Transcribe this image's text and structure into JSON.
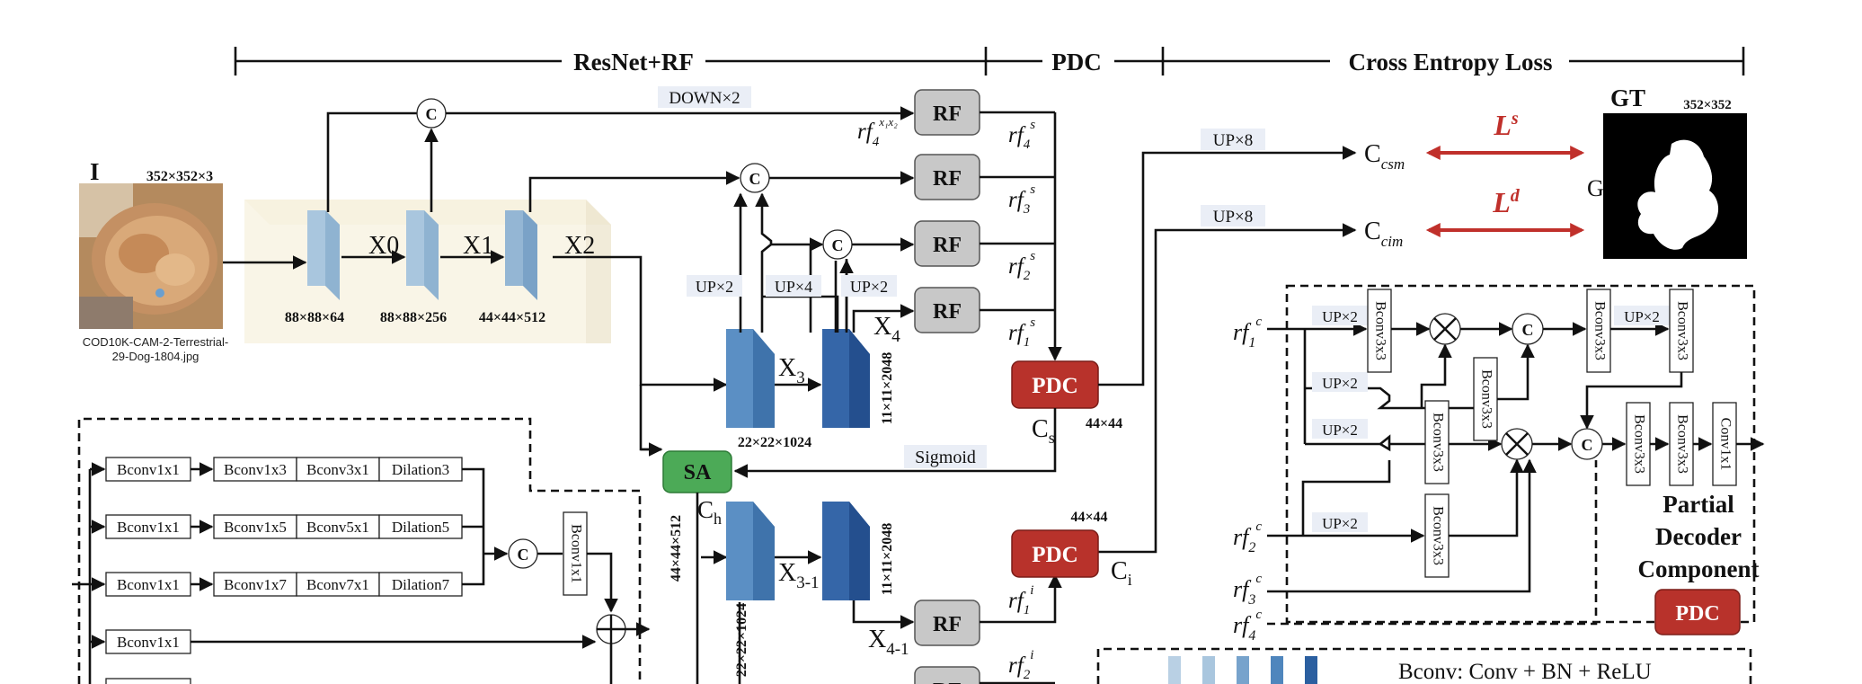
{
  "sections": {
    "resnet_rf": "ResNet+RF",
    "pdc": "PDC",
    "loss": "Cross Entropy Loss"
  },
  "input": {
    "label": "I",
    "size": "352×352×3",
    "filename_line1": "COD10K-CAM-2-Terrestrial-",
    "filename_line2": "29-Dog-1804.jpg"
  },
  "backbone": {
    "x0": "X0",
    "x1": "X1",
    "x2": "X2",
    "x0_sub": "0",
    "x1_sub": "1",
    "x2_sub": "2",
    "dim0": "88×88×64",
    "dim1": "88×88×256",
    "dim2": "44×44×512",
    "x3": "X",
    "x3_sub": "3",
    "x4": "X",
    "x4_sub": "4",
    "dim3": "22×22×1024",
    "dim4": "11×11×2048",
    "x3b": "X",
    "x3b_sub": "3-1",
    "x4b": "X",
    "x4b_sub": "4-1",
    "dim3b": "22×22×1024",
    "dim4b": "11×11×2048",
    "ch_dim": "44×44×512"
  },
  "ops": {
    "concat": "C",
    "down2": "DOWN×2",
    "up2": "UP×2",
    "up4": "UP×4",
    "up8": "UP×8",
    "sigmoid": "Sigmoid",
    "sa": "SA",
    "ch": "C",
    "ch_sub": "h"
  },
  "rf": {
    "label": "RF",
    "rf4_top": "rf",
    "rf4_top_sub": "4",
    "rf4_top_sup": "x₁x₂",
    "rf_s": "s",
    "rf_i": "i",
    "n4": "4",
    "n3": "3",
    "n2": "2",
    "n1": "1"
  },
  "pdc": {
    "label": "PDC",
    "cs": "C",
    "cs_sub": "s",
    "ci": "C",
    "ci_sub": "i",
    "dim_s": "44×44",
    "dim_i": "44×44"
  },
  "loss": {
    "csm": "C",
    "csm_sub": "csm",
    "cim": "C",
    "cim_sub": "cim",
    "ls": "L",
    "ls_sup": "s",
    "ld": "L",
    "ld_sup": "d",
    "g": "G",
    "gt": "GT",
    "gt_size": "352×352"
  },
  "rf_module": {
    "b11": "Bconv1x1",
    "b13": "Bconv1x3",
    "b31": "Bconv3x1",
    "d3": "Dilation3",
    "b15": "Bconv1x5",
    "b51": "Bconv5x1",
    "d5": "Dilation5",
    "b17": "Bconv1x7",
    "b71": "Bconv7x1",
    "d7": "Dilation7",
    "concat": "C",
    "out_conv": "Bconv1x1"
  },
  "pdc_module": {
    "rf": "rf",
    "c_sup": "c",
    "b33": "Bconv3x3",
    "conv11": "Conv1x1",
    "up2": "UP×2",
    "title1": "Partial",
    "title2": "Decoder",
    "title3": "Component",
    "badge": "PDC",
    "n1": "1",
    "n2": "2",
    "n3": "3",
    "n4": "4"
  },
  "legend": {
    "bconv": "Bconv: Conv + BN + ReLU"
  },
  "colors": {
    "rf_gray": "#c8c8c8",
    "pdc_red": "#b8322b",
    "sa_green": "#4caa57",
    "loss_red": "#c0302b",
    "block_light": "#a9c6de",
    "block_mid": "#4f86bd",
    "block_dark": "#2b5fa0"
  }
}
